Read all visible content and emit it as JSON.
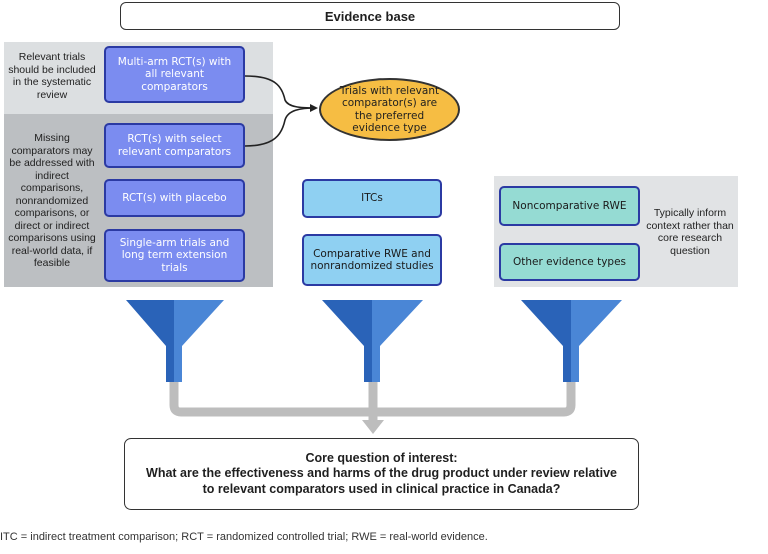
{
  "title": "Evidence base",
  "panels": {
    "relevant_trials_text": "Relevant trials should be included in the systematic review",
    "missing_comparators_text": "Missing comparators may be addressed with indirect comparisons, nonrandomized comparisons, or direct or indirect comparisons using real-world data, if feasible",
    "context_text": "Typically inform context rather than core research question"
  },
  "boxes": {
    "multi_arm": "Multi-arm RCT(s) with all relevant comparators",
    "select_comparators": "RCT(s) with select relevant comparators",
    "placebo": "RCT(s) with placebo",
    "single_arm": "Single-arm trials and long term extension trials",
    "itcs": "ITCs",
    "comparative_rwe": "Comparative RWE and nonrandomized studies",
    "noncomparative_rwe": "Noncomparative RWE",
    "other_evidence": "Other evidence types"
  },
  "preferred": "Trials with relevant comparator(s) are the preferred evidence type",
  "core": {
    "line1": "Core question of interest:",
    "line2": "What are the effectiveness and harms of the drug product under review relative to relevant comparators used in clinical practice in Canada?"
  },
  "footnote": "ITC = indirect treatment comparison; RCT = randomized controlled trial; RWE = real-world evidence.",
  "colors": {
    "funnel_dark": "#2a63b8",
    "funnel_light": "#4a86d6",
    "connector": "#bdbdbd",
    "oval": "#f6bd43",
    "purple_box": "#7b8cf0",
    "blue_box": "#8fd0f2",
    "teal_box": "#95dbd3"
  }
}
